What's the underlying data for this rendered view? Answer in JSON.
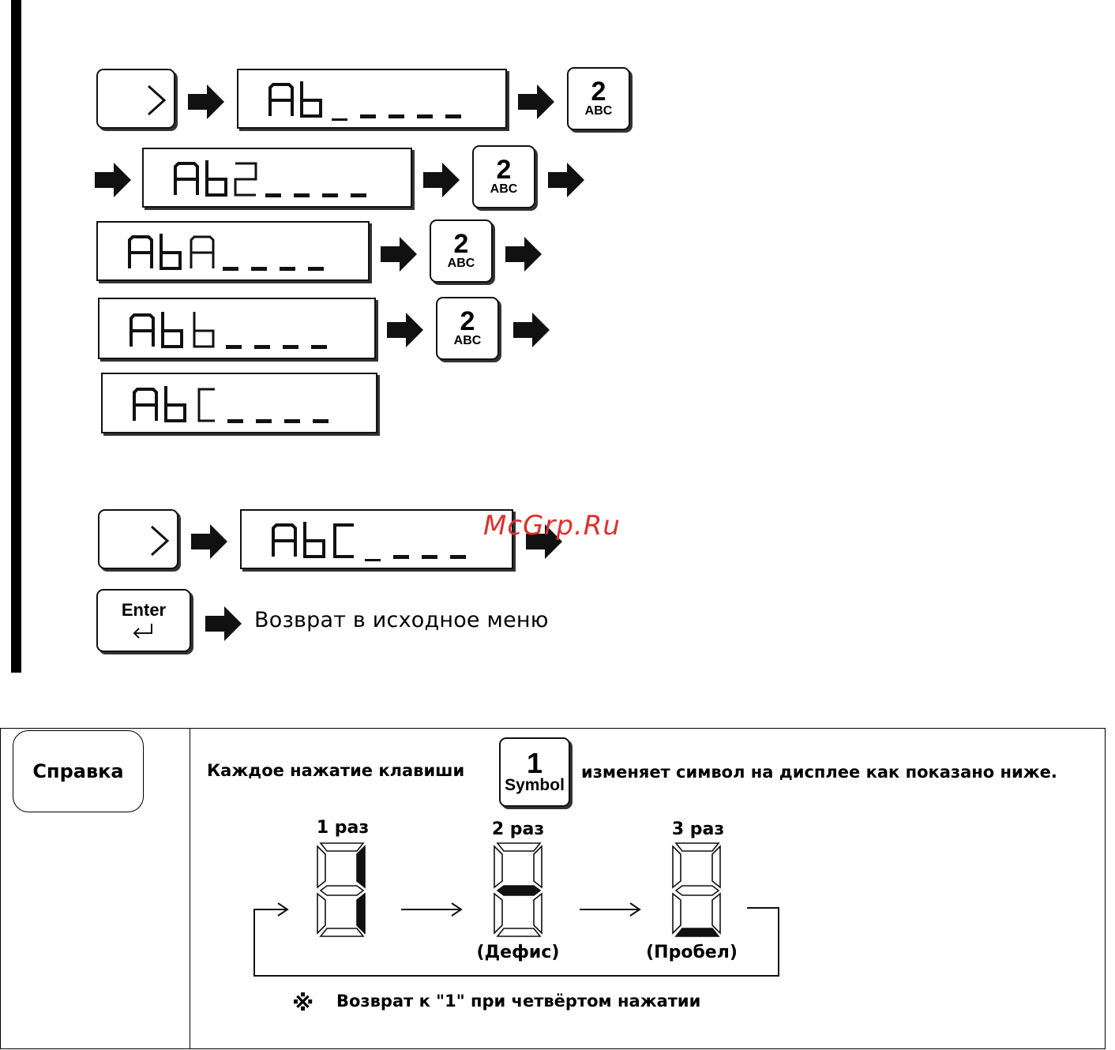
{
  "steps": {
    "key_2": {
      "digit": "2",
      "letters": "ABC"
    },
    "display_1": "Ab_____",
    "display_2": "Ab2____",
    "display_3": "AbA____",
    "display_4": "Abb____",
    "display_5": "AbC____",
    "display_6": "AbC____"
  },
  "enter": {
    "label": "Enter",
    "caption": "Возврат в исходное меню"
  },
  "watermark": "McGrp.Ru",
  "note": {
    "badge": "Справка",
    "text_before": "Каждое нажатие клавиши",
    "text_after": "изменяет символ на дисплее как показано ниже.",
    "key_1": {
      "digit": "1",
      "sub": "Symbol"
    },
    "press_1": "1 раз",
    "press_2": "2 раз",
    "press_3": "3 раз",
    "label_2": "(Дефис)",
    "label_3": "(Пробел)",
    "footnote_mark": "※",
    "footnote": "Возврат к \"1\" при четвёртом нажатии"
  }
}
